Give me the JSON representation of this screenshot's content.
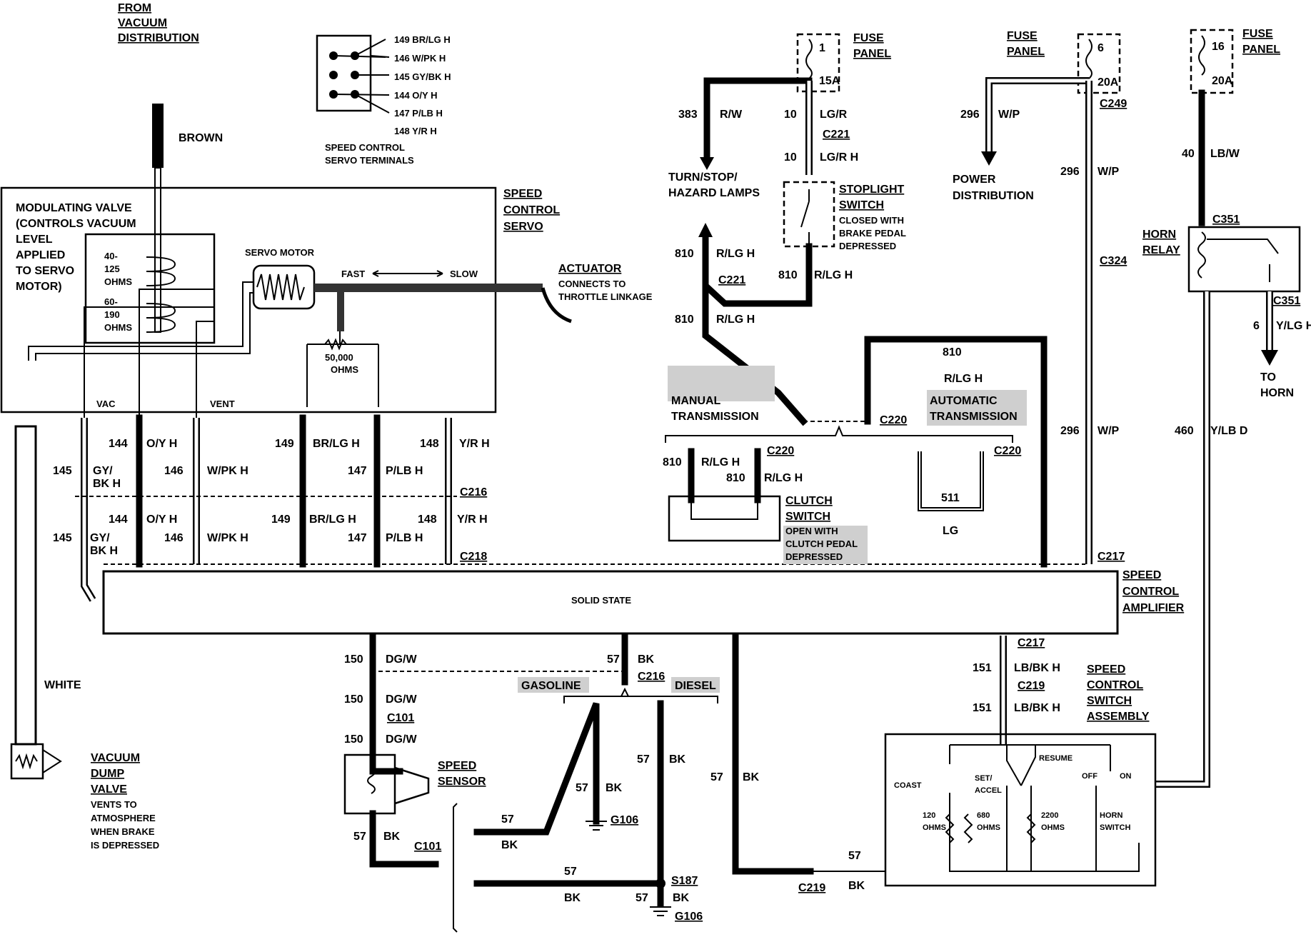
{
  "header": {
    "from_vacuum": [
      "FROM",
      "VACUUM",
      "DISTRIBUTION"
    ],
    "brown": "BROWN",
    "white": "WHITE"
  },
  "servo_terminals": {
    "pins": [
      "149 BR/LG H",
      "146 W/PK H",
      "145 GY/BK H",
      "144 O/Y H",
      "147 P/LB H",
      "148 Y/R H"
    ],
    "caption": [
      "SPEED CONTROL",
      "SERVO TERMINALS"
    ]
  },
  "servo": {
    "modulating_valve": [
      "MODULATING VALVE",
      "(CONTROLS VACUUM",
      "LEVEL",
      "APPLIED",
      "TO SERVO",
      "MOTOR)"
    ],
    "ohms_a": [
      "40-",
      "125",
      "OHMS"
    ],
    "ohms_b": [
      "60-",
      "190",
      "OHMS"
    ],
    "servo_motor": "SERVO MOTOR",
    "fast": "FAST",
    "slow": "SLOW",
    "ohms_50k": [
      "50,000",
      "OHMS"
    ],
    "title": [
      "SPEED",
      "CONTROL",
      "SERVO"
    ],
    "vac": "VAC",
    "vent": "VENT"
  },
  "actuator": {
    "title": "ACTUATOR",
    "sub": [
      "CONNECTS TO",
      "THROTTLE LINKAGE"
    ]
  },
  "servo_wires": {
    "row1": [
      "144",
      "O/Y H",
      "146",
      "W/PK H",
      "149",
      "BR/LG H",
      "147",
      "P/LB H",
      "148",
      "Y/R H"
    ],
    "gybk_a": [
      "145",
      "GY/",
      "BK H"
    ],
    "gybk_b": [
      "145",
      "GY/",
      "BK H"
    ],
    "c216": "C216",
    "c218": "C218"
  },
  "amplifier": {
    "body": "SOLID STATE",
    "title": [
      "SPEED",
      "CONTROL",
      "AMPLIFIER"
    ]
  },
  "fuse1": {
    "num": "1",
    "amps": "15A",
    "title": [
      "FUSE",
      "PANEL"
    ]
  },
  "stoplight": {
    "w383": "383",
    "rw": "R/W",
    "w10a": "10",
    "lgr": "LG/R",
    "c221": "C221",
    "w10b": "10",
    "lgrh": "LG/R H",
    "turn": [
      "TURN/STOP/",
      "HAZARD LAMPS"
    ],
    "title": [
      "STOPLIGHT",
      "SWITCH"
    ],
    "sub": [
      "CLOSED WITH",
      "BRAKE PEDAL",
      "DEPRESSED"
    ],
    "w810a": "810",
    "rlgh_a": "R/LG H",
    "c221b": "C221",
    "w810b": "810",
    "rlgh_b": "R/LG H",
    "w810c": "810",
    "rlgh_c": "R/LG H",
    "w810d": "810",
    "rlgh_d": "R/LG H"
  },
  "transmission": {
    "manual": [
      "MANUAL",
      "TRANSMISSION"
    ],
    "automatic": [
      "AUTOMATIC",
      "TRANSMISSION"
    ],
    "c220a": "C220",
    "c220b": "C220",
    "c220c": "C220",
    "w810e": "810",
    "rlgh_e": "R/LG H",
    "w810f": "810",
    "rlgh_f": "R/LG H",
    "clutch": [
      "CLUTCH",
      "SWITCH"
    ],
    "clutch_sub": [
      "OPEN WITH",
      "CLUTCH PEDAL",
      "DEPRESSED"
    ],
    "w511": "511",
    "lg": "LG"
  },
  "fuse6": {
    "num": "6",
    "amps": "20A",
    "title": [
      "FUSE",
      "PANEL"
    ],
    "w296a": "296",
    "wp_a": "W/P",
    "power": [
      "POWER",
      "DISTRIBUTION"
    ],
    "c249": "C249",
    "w296b": "296",
    "wp_b": "W/P",
    "c324": "C324",
    "w296c": "296",
    "wp_c": "W/P",
    "c217": "C217"
  },
  "fuse16": {
    "num": "16",
    "amps": "20A",
    "title": [
      "FUSE",
      "PANEL"
    ],
    "w40": "40",
    "lbw": "LB/W",
    "c351a": "C351",
    "horn_relay": [
      "HORN",
      "RELAY"
    ],
    "c351b": "C351",
    "w6": "6",
    "ylgh": "Y/LG H",
    "to_horn": [
      "TO",
      "HORN"
    ],
    "w460": "460",
    "ylbd": "Y/LB D"
  },
  "lower": {
    "w150a": "150",
    "dgw_a": "DG/W",
    "w57a": "57",
    "bk_a": "BK",
    "c216": "C216",
    "gasoline": "GASOLINE",
    "diesel": "DIESEL",
    "w150b": "150",
    "dgw_b": "DG/W",
    "c101a": "C101",
    "w150c": "150",
    "dgw_c": "DG/W",
    "speed_sensor": [
      "SPEED",
      "SENSOR"
    ],
    "w57b": "57",
    "bk_b": "BK",
    "c101b": "C101",
    "w57c": "57",
    "bk_c": "BK",
    "w57d": "57",
    "bk_d": "BK",
    "g106a": "G106",
    "w57e": "57",
    "bk_e": "BK",
    "w57f": "57",
    "bk_f": "BK",
    "s187": "S187",
    "w57g": "57",
    "bk_g": "BK",
    "g106b": "G106",
    "w57h": "57",
    "bk_h": "BK",
    "w57i": "57",
    "bk_i": "BK",
    "c219": "C219"
  },
  "switch_asm": {
    "c217": "C217",
    "w151a": "151",
    "lbbk_a": "LB/BK H",
    "c219": "C219",
    "w151b": "151",
    "lbbk_b": "LB/BK H",
    "title": [
      "SPEED",
      "CONTROL",
      "SWITCH",
      "ASSEMBLY"
    ],
    "coast": "COAST",
    "set": [
      "SET/",
      "ACCEL"
    ],
    "resume": "RESUME",
    "off": "OFF",
    "on": "ON",
    "r120": [
      "120",
      "OHMS"
    ],
    "r680": [
      "680",
      "OHMS"
    ],
    "r2200": [
      "2200",
      "OHMS"
    ],
    "horn_switch": [
      "HORN",
      "SWITCH"
    ]
  },
  "vacuum_dump": {
    "title": [
      "VACUUM",
      "DUMP",
      "VALVE"
    ],
    "sub": [
      "VENTS TO",
      "ATMOSPHERE",
      "WHEN BRAKE",
      "IS DEPRESSED"
    ]
  }
}
